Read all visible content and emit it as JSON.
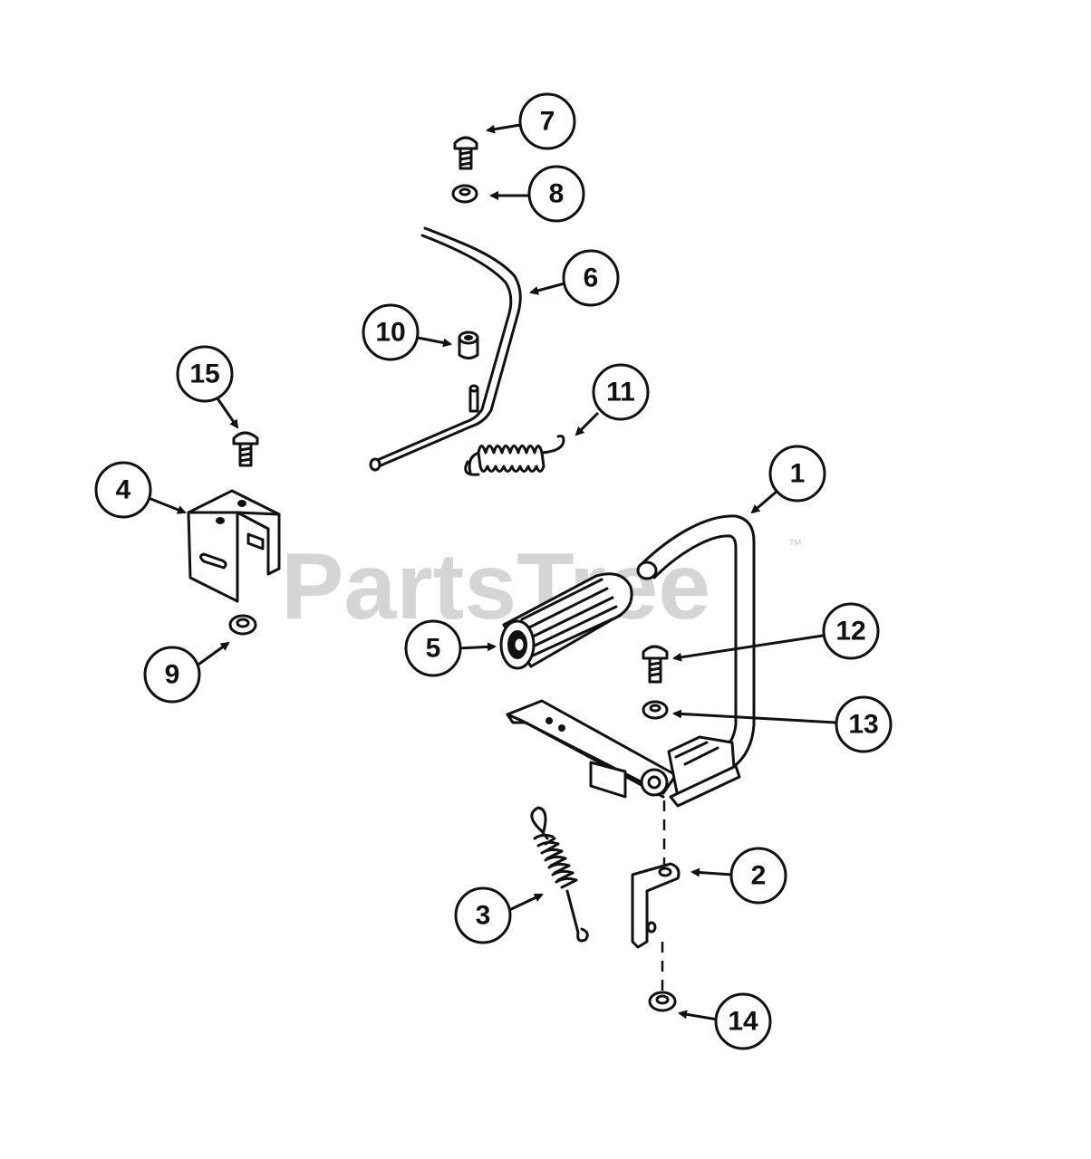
{
  "watermark": {
    "text": "PartsTree",
    "trademark": "™"
  },
  "callouts": [
    "1",
    "2",
    "3",
    "4",
    "5",
    "6",
    "7",
    "8",
    "9",
    "10",
    "11",
    "12",
    "13",
    "14",
    "15"
  ]
}
